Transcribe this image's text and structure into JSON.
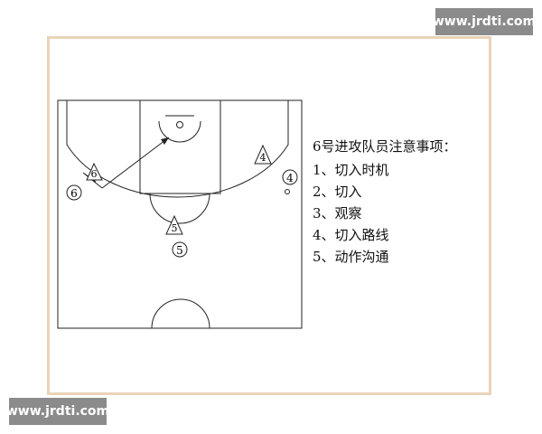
{
  "watermark": "www.jrdti.com",
  "notes": {
    "title": "6号进攻队员注意事项：",
    "items": [
      "1、切入时机",
      "2、切入",
      "3、观察",
      "4、切入路线",
      "5、动作沟通"
    ]
  },
  "players": [
    {
      "label": "6",
      "shape": "triangle"
    },
    {
      "label": "6",
      "shape": "circle"
    },
    {
      "label": "4",
      "shape": "triangle"
    },
    {
      "label": "4",
      "shape": "circle"
    },
    {
      "label": "5",
      "shape": "triangle"
    },
    {
      "label": "5",
      "shape": "circle"
    }
  ],
  "colors": {
    "frame": "#ead3b8",
    "court_lines": "#222222",
    "watermark_bg": "#8b8b8b"
  }
}
